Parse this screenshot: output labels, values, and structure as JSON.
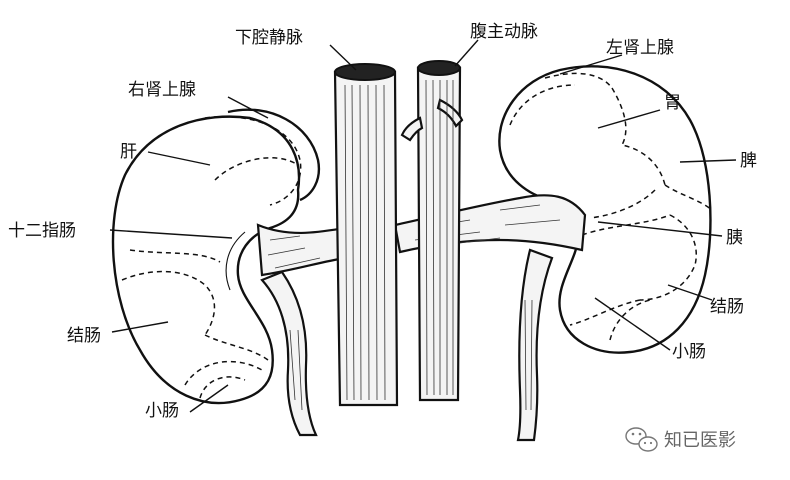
{
  "labels": {
    "ivc": "下腔静脉",
    "aorta": "腹主动脉",
    "left_adrenal": "左肾上腺",
    "right_adrenal": "右肾上腺",
    "stomach": "胃",
    "liver": "肝",
    "spleen": "脾",
    "duodenum": "十二指肠",
    "pancreas": "胰",
    "colon_left": "结肠",
    "colon_right": "结肠",
    "small_intestine_left": "小肠",
    "small_intestine_right": "小肠"
  },
  "watermark": {
    "text": "知已医影",
    "icon": "wechat-icon"
  }
}
